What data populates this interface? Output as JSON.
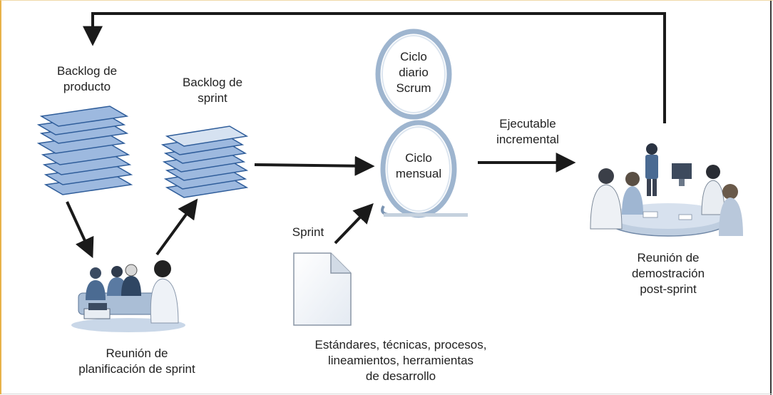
{
  "labels": {
    "product_backlog": [
      "Backlog de",
      "producto"
    ],
    "sprint_backlog": [
      "Backlog de",
      "sprint"
    ],
    "daily_cycle": [
      "Ciclo",
      "diario",
      "Scrum"
    ],
    "monthly_cycle": [
      "Ciclo",
      "mensual"
    ],
    "executable": [
      "Ejecutable",
      "incremental"
    ],
    "sprint": [
      "Sprint"
    ],
    "planning_meeting": [
      "Reunión de",
      "planificación de sprint"
    ],
    "demo_meeting": [
      "Reunión de",
      "demostración",
      "post-sprint"
    ],
    "standards": [
      "Estándares, técnicas, procesos,",
      "lineamientos, herramientas",
      "de desarrollo"
    ]
  },
  "colors": {
    "sheet_fill": "#8fb0d8",
    "sheet_edge": "#2f5d9a",
    "cycle_stroke": "#8aa3bf",
    "arrow": "#1a1a1a",
    "accent_border": "#e8b24a"
  }
}
